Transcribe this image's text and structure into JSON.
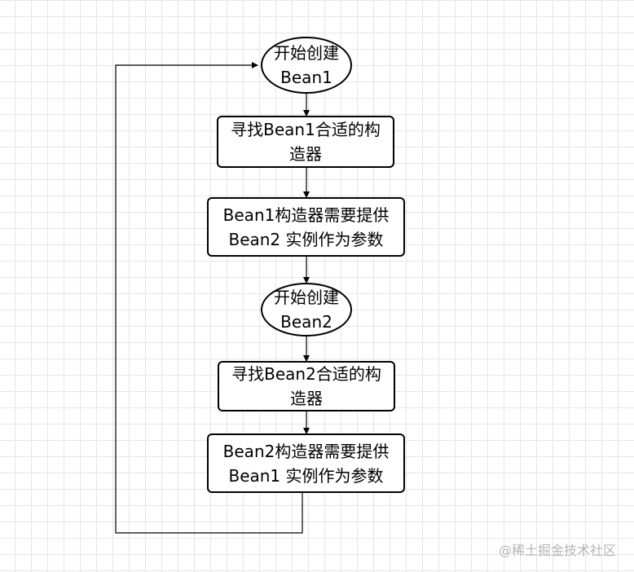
{
  "diagram": {
    "nodes": [
      {
        "id": "start1",
        "shape": "ellipse",
        "text": "开始创建\nBean1"
      },
      {
        "id": "find1",
        "shape": "rect",
        "text": "寻找Bean1合适的构\n造器"
      },
      {
        "id": "need1",
        "shape": "rect",
        "text": "Bean1构造器需要提供\nBean2 实例作为参数"
      },
      {
        "id": "start2",
        "shape": "ellipse",
        "text": "开始创建\nBean2"
      },
      {
        "id": "find2",
        "shape": "rect",
        "text": "寻找Bean2合适的构\n造器"
      },
      {
        "id": "need2",
        "shape": "rect",
        "text": "Bean2构造器需要提供\nBean1 实例作为参数"
      }
    ],
    "edges": [
      {
        "from": "start1",
        "to": "find1"
      },
      {
        "from": "find1",
        "to": "need1"
      },
      {
        "from": "need1",
        "to": "start2"
      },
      {
        "from": "start2",
        "to": "find2"
      },
      {
        "from": "find2",
        "to": "need2"
      },
      {
        "from": "need2",
        "to": "start1",
        "routing": "loop-back-left"
      }
    ],
    "colors": {
      "stroke": "#000000",
      "fill": "#ffffff",
      "grid": "#e6e6e6"
    }
  },
  "watermark": "@稀土掘金技术社区"
}
